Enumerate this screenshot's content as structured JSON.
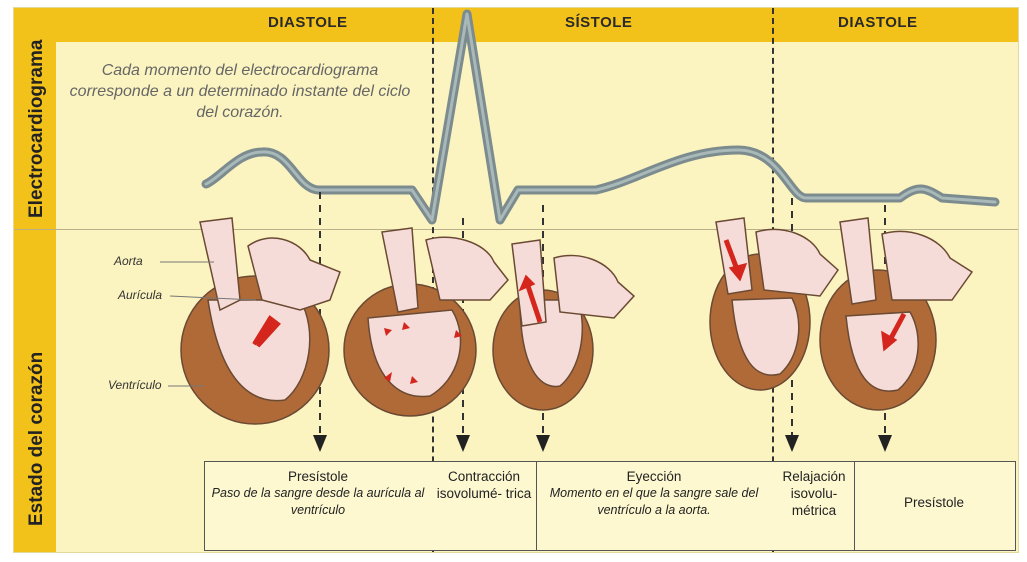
{
  "axis": {
    "ecg_label": "Electrocardiograma",
    "heart_label": "Estado del corazón"
  },
  "phases": {
    "left": "DIASTOLE",
    "middle": "SÍSTOLE",
    "right": "DIASTOLE"
  },
  "caption": "Cada momento del electrocardiograma corresponde a un determinado instante del ciclo del corazón.",
  "parts": {
    "aorta": "Aorta",
    "auricula": "Aurícula",
    "ventriculo": "Ventrículo"
  },
  "stages": [
    {
      "title": "Presístole",
      "desc": "Paso de la sangre desde la aurícula al ventrículo"
    },
    {
      "title": "Contracción isovolumé- trica",
      "desc": ""
    },
    {
      "title": "Eyección",
      "desc": "Momento en el que la sangre sale del ventrículo a la aorta."
    },
    {
      "title": "Relajación isovolu- métrica",
      "desc": ""
    },
    {
      "title": "Presístole",
      "desc": ""
    }
  ],
  "colors": {
    "banner": "#f3c21a",
    "background": "#fbf4c0",
    "ecg_line": "#7c8c8e",
    "muscle": "#b06a38",
    "blood_arrow": "#d4261c"
  }
}
